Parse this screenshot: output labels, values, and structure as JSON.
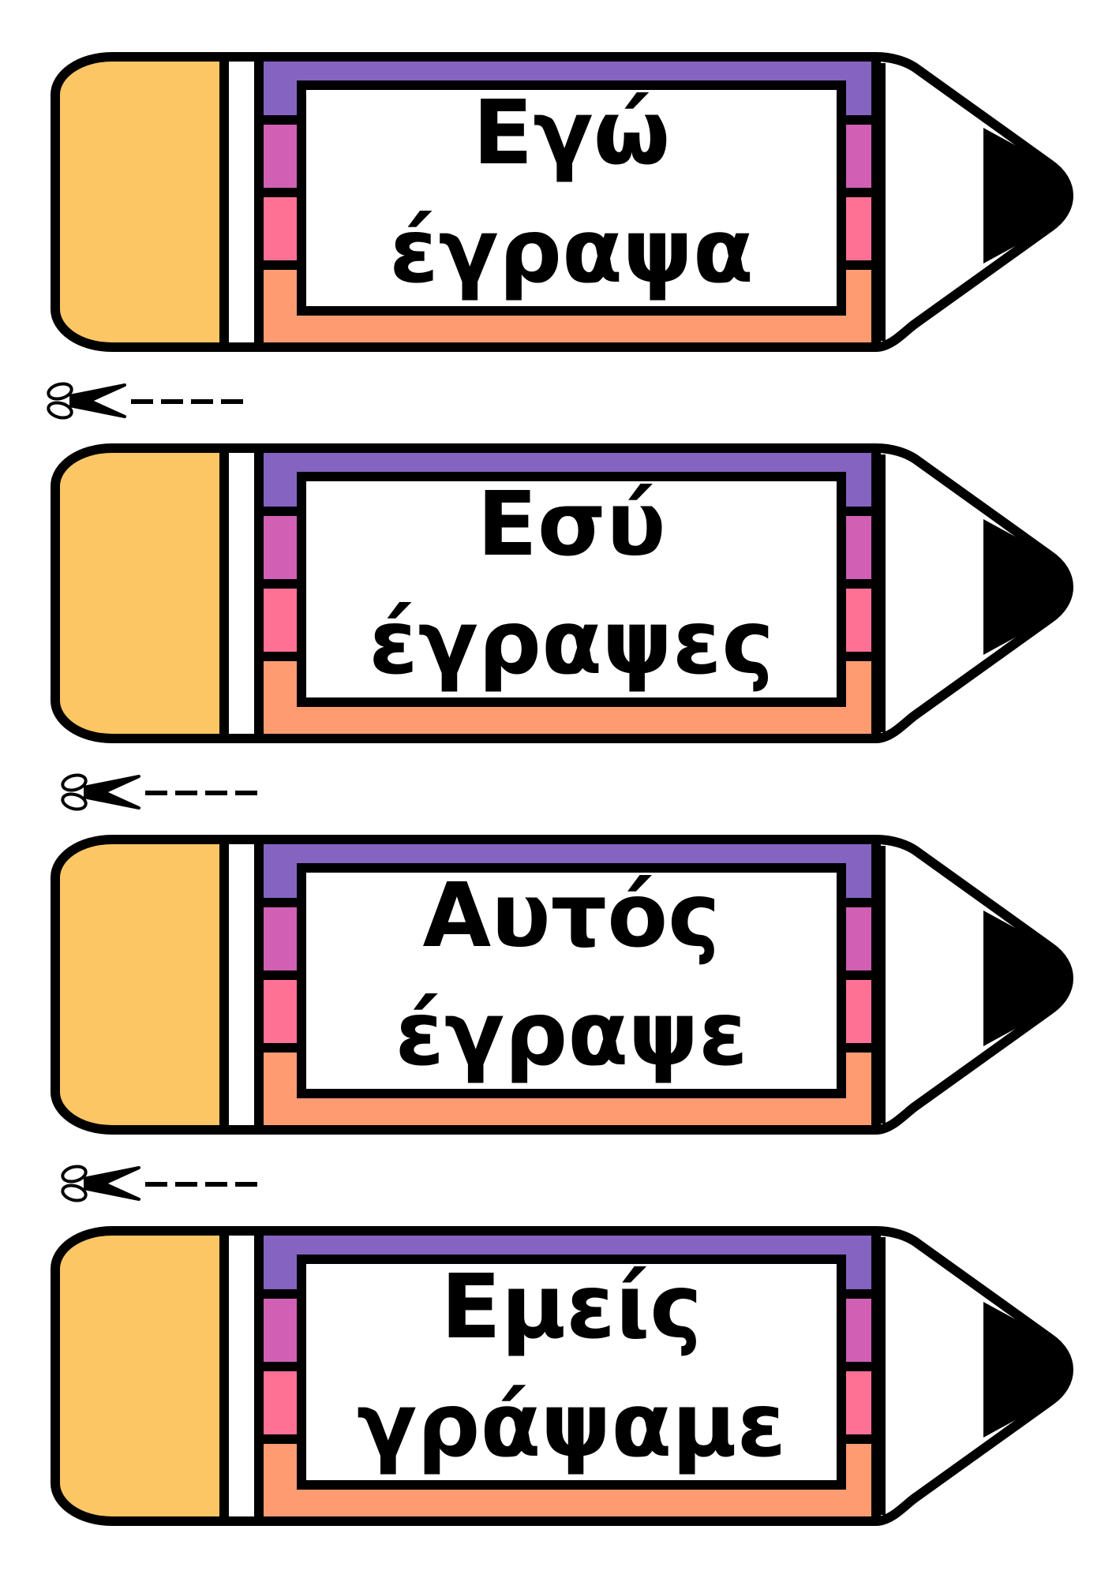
{
  "colors": {
    "outline": "#000000",
    "eraser": "#fcc664",
    "band_purple": "#8563c1",
    "band_magenta": "#d15fb4",
    "band_pink": "#ff7095",
    "band_orange": "#ff9b71",
    "label_background": "#ffffff",
    "tip": "#000000"
  },
  "icons": {
    "cut_marker": "scissors-icon"
  },
  "pencils": [
    {
      "line1": "Εγώ",
      "line2": "έγραψα"
    },
    {
      "line1": "Εσύ",
      "line2": "έγραψες"
    },
    {
      "line1": "Αυτός",
      "line2": "έγραψε"
    },
    {
      "line1": "Εμείς",
      "line2": "γράψαμε"
    }
  ]
}
